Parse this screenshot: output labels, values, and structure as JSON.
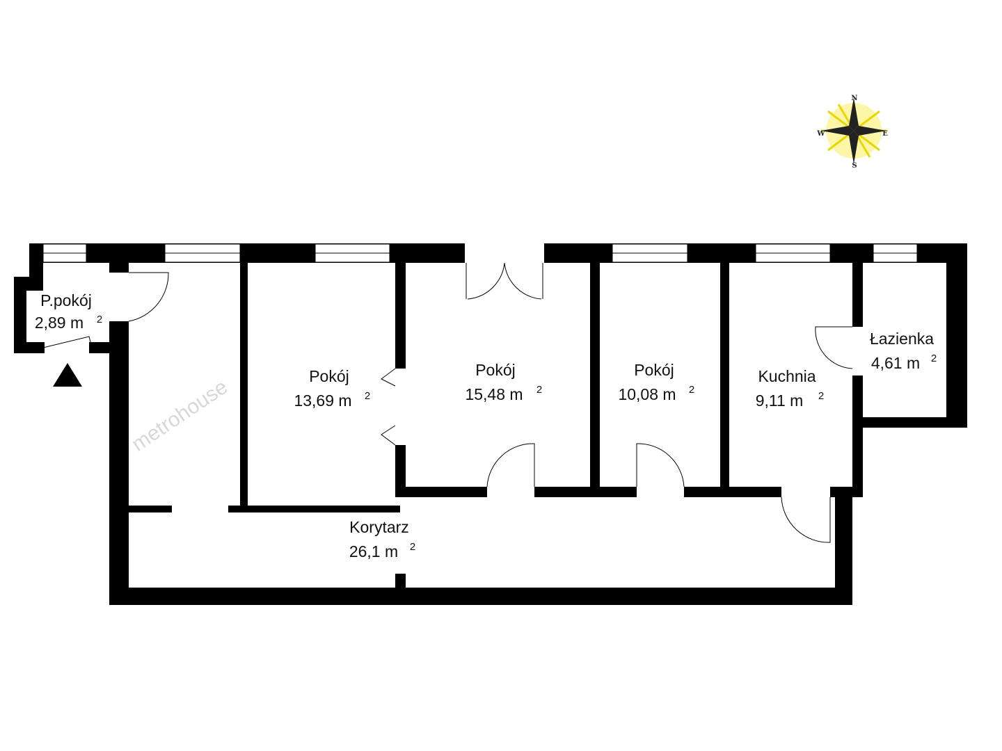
{
  "watermark": "metrohouse",
  "compass": {
    "n": "N",
    "s": "S",
    "e": "E",
    "w": "W"
  },
  "rooms": [
    {
      "name": "P.pokój",
      "area": "2,89 m",
      "unit_sup": "2"
    },
    {
      "name": "Pokój",
      "area": "13,69 m",
      "unit_sup": "2"
    },
    {
      "name": "Pokój",
      "area": "15,48 m",
      "unit_sup": "2"
    },
    {
      "name": "Pokój",
      "area": "10,08 m",
      "unit_sup": "2"
    },
    {
      "name": "Kuchnia",
      "area": "9,11 m",
      "unit_sup": "2"
    },
    {
      "name": "Łazienka",
      "area": "4,61 m",
      "unit_sup": "2"
    },
    {
      "name": "Korytarz",
      "area": "26,1 m",
      "unit_sup": "2"
    }
  ],
  "colors": {
    "wall": "#000000",
    "background": "#ffffff",
    "compass_glow": "#f5e400"
  }
}
